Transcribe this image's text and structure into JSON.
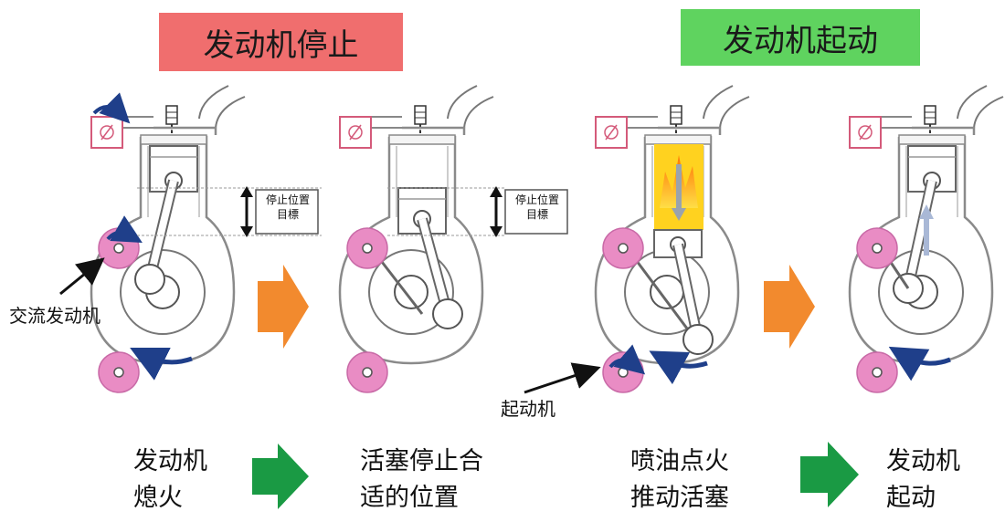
{
  "banners": {
    "stop": "发动机停止",
    "start": "发动机起动"
  },
  "labels": {
    "stop_position_line1": "停止位置",
    "stop_position_line2": "目標",
    "alternator": "交流发动机",
    "starter": "起动机"
  },
  "captions": [
    {
      "line1": "发动机",
      "line2": "熄火"
    },
    {
      "line1": "活塞停止合",
      "line2": "适的位置"
    },
    {
      "line1": "喷油点火",
      "line2": "推动活塞"
    },
    {
      "line1": "发动机",
      "line2": "起动"
    }
  ],
  "colors": {
    "stop_banner": "#f06e6e",
    "start_banner": "#5fd35f",
    "arrow_orange": "#f28a2e",
    "arrow_green": "#1a9a44",
    "pulley_pink": "#e98cc4",
    "rotation_blue": "#1f3f8a",
    "combustion": "#ffd21f"
  },
  "icons": [
    "ignition-coil-icon",
    "spark-plug-icon",
    "rotation-arrow-icon",
    "pointer-arrow-icon"
  ]
}
